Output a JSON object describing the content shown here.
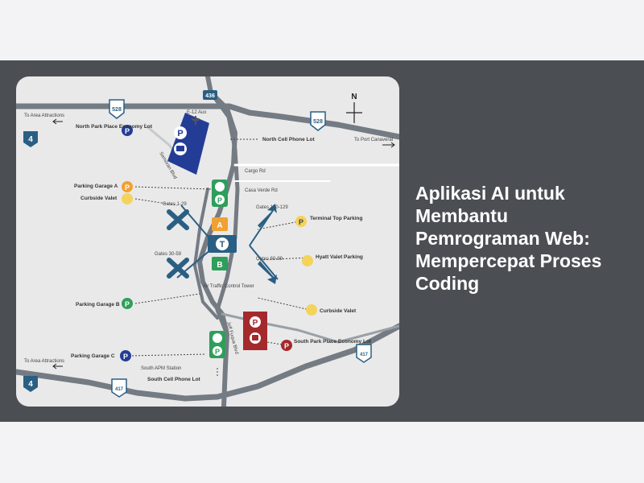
{
  "page": {
    "title": "Aplikasi AI untuk Membantu Pemrograman Web: Mempercepat Proses Coding"
  },
  "colors": {
    "background": "#f3f3f5",
    "band": "#4b4f54",
    "map_bg": "#e9e9ea",
    "road": "#747b83",
    "route_blue": "#2a5f83",
    "north_lot": "#233d96",
    "south_lot": "#a4292c",
    "green": "#2e9e5b",
    "orange": "#f0a133",
    "yellow": "#f3d35b"
  },
  "map": {
    "compass": "N",
    "shields": {
      "route_436": "436",
      "route_528_left": "528",
      "route_528_right": "528",
      "route_4_top": "4",
      "route_4_bottom": "4",
      "route_417_bottom": "417",
      "route_417_right": "417"
    },
    "roads": {
      "semoran_blvd": "Semoran Blvd",
      "cargo_rd": "Cargo Rd",
      "casa_verde_rd": "Casa Verde Rd",
      "jeff_fuqua_blvd": "Jeff Fuqua Blvd",
      "to_area_attractions_top": "To Area\nAttractions",
      "to_area_attractions_bottom": "To Area\nAttractions",
      "to_port_canaveral": "To Port\nCanaveral"
    },
    "labels": {
      "north_park_place": "North Park Place\nEconomy Lot",
      "north_cell_lot": "North Cell Phone Lot",
      "parking_garage_a": "Parking Garage A",
      "curbside_valet_left": "Curbside Valet",
      "terminal_top_parking": "Terminal Top\nParking",
      "hyatt_valet": "Hyatt\nValet Parking",
      "parking_garage_b": "Parking Garage B",
      "curbside_valet_right": "Curbside Valet",
      "south_park_place": "South Park Place\nEconomy Lot",
      "parking_garage_c": "Parking Garage C",
      "south_apm_station": "South APM Station",
      "south_cell_lot": "South Cell Phone Lot",
      "gates_1_29": "Gates 1-29",
      "gates_100_129": "Gates 100-129",
      "gates_30_59": "Gates 30-59",
      "gates_60_99": "Gates 60-99",
      "air_traffic_tower": "Air Traffic\nControl\nTower",
      "ap_lot": "E-12\nAux"
    },
    "glyphs": {
      "parking": "P",
      "terminal": "T",
      "side_a": "A",
      "side_b": "B"
    }
  }
}
